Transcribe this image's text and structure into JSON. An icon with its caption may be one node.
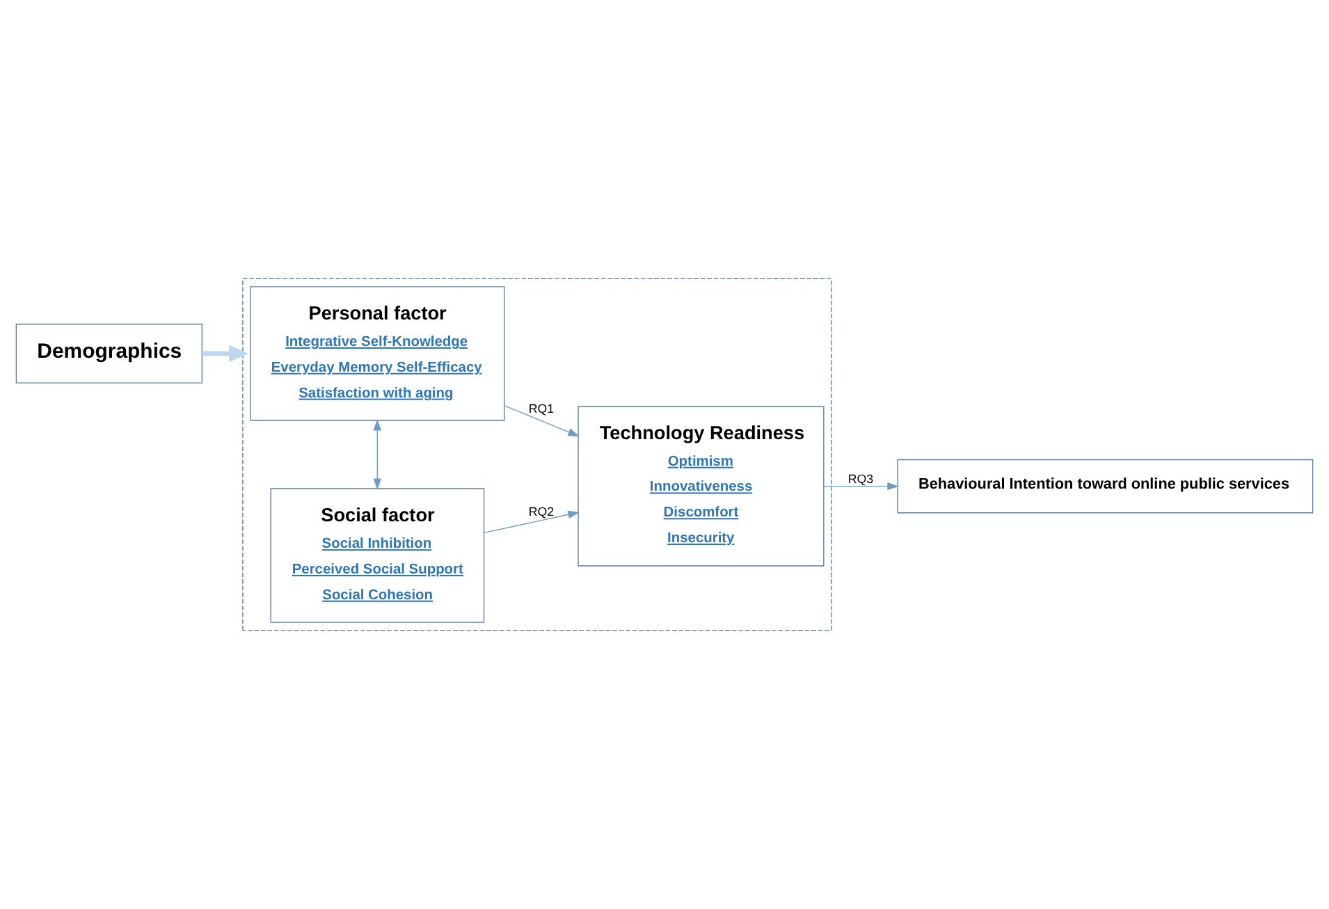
{
  "diagram": {
    "nodes": [
      {
        "text": [
          "Demographics"
        ]
      },
      {
        "text": [],
        "shape": "box"
      },
      {
        "text": [
          "Personal factor",
          "Integrative Self-Knowledge",
          "Everyday Memory Self-Efficacy",
          "Satisfaction with aging"
        ],
        "in": 1
      },
      {
        "text": [
          "Social factor",
          "Social Inhibition",
          "Perceived Social Support",
          "Social Cohesion"
        ],
        "in": 1
      },
      {
        "text": [
          "Technology Readiness",
          "Optimism",
          "Innovativeness",
          "Discomfort",
          "Insecurity"
        ],
        "in": 1
      },
      {
        "text": [
          "Behavioural Intention toward online public services"
        ]
      }
    ],
    "edges": [
      {
        "from": 0,
        "to": 1,
        "arrow": "to",
        "style": "thick"
      },
      {
        "from": 2,
        "to": 3,
        "arrow": "both"
      },
      {
        "from": 2,
        "to": 4,
        "arrow": "to",
        "label": "RQ1"
      },
      {
        "from": 3,
        "to": 4,
        "arrow": "to",
        "label": "RQ2"
      },
      {
        "from": 4,
        "to": 5,
        "arrow": "to",
        "label": "RQ3"
      }
    ]
  }
}
